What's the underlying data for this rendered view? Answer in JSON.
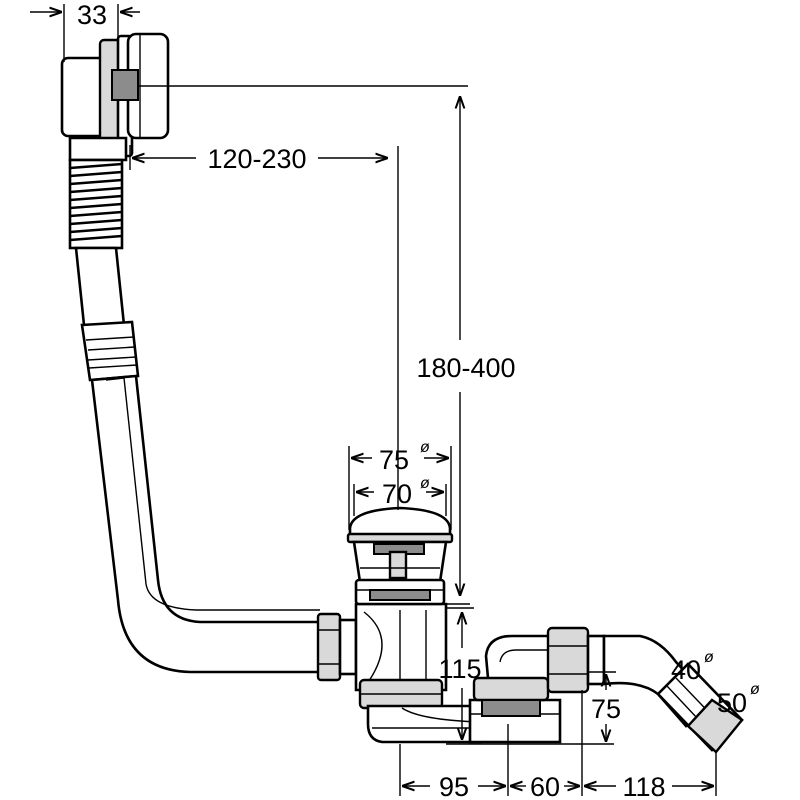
{
  "drawing": {
    "dimensions": {
      "overflow_depth": "33",
      "overflow_offset": "120-230",
      "height_range": "180-400",
      "plug_outer_diameter": "75",
      "plug_inner_diameter": "70",
      "trap_height": "115",
      "outlet_height": "75",
      "trap_width": "95",
      "spacing": "60",
      "outlet_length": "118",
      "outlet_diameter_small": "40",
      "outlet_diameter_large": "50",
      "diameter_symbol": "ø"
    }
  }
}
